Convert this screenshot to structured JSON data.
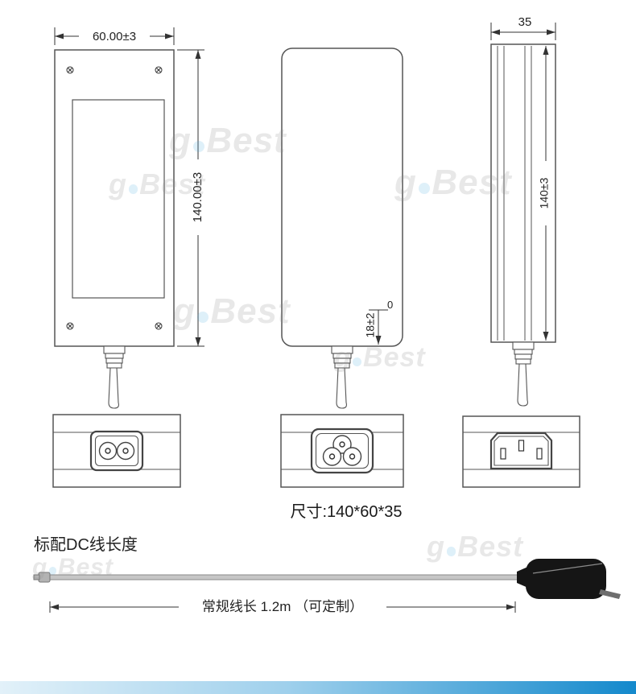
{
  "watermark": {
    "part1": "g",
    "part2": "Best"
  },
  "views": {
    "front": {
      "width_dim": "60.00±3",
      "height_dim": "140.00±3"
    },
    "back": {
      "dim_zero": "0",
      "dim": "18±2"
    },
    "side": {
      "width_dim": "35",
      "height_dim": "140±3"
    }
  },
  "size_label": "尺寸:140*60*35",
  "dc_section": {
    "title": "标配DC线长度",
    "cable_label": "常规线长 1.2m （可定制）"
  },
  "colors": {
    "footer_gradient_start": "#e2f1f9",
    "footer_gradient_end": "#1489cc",
    "watermark_dot_blue": "#4aa8dc",
    "line_color": "#555555"
  }
}
